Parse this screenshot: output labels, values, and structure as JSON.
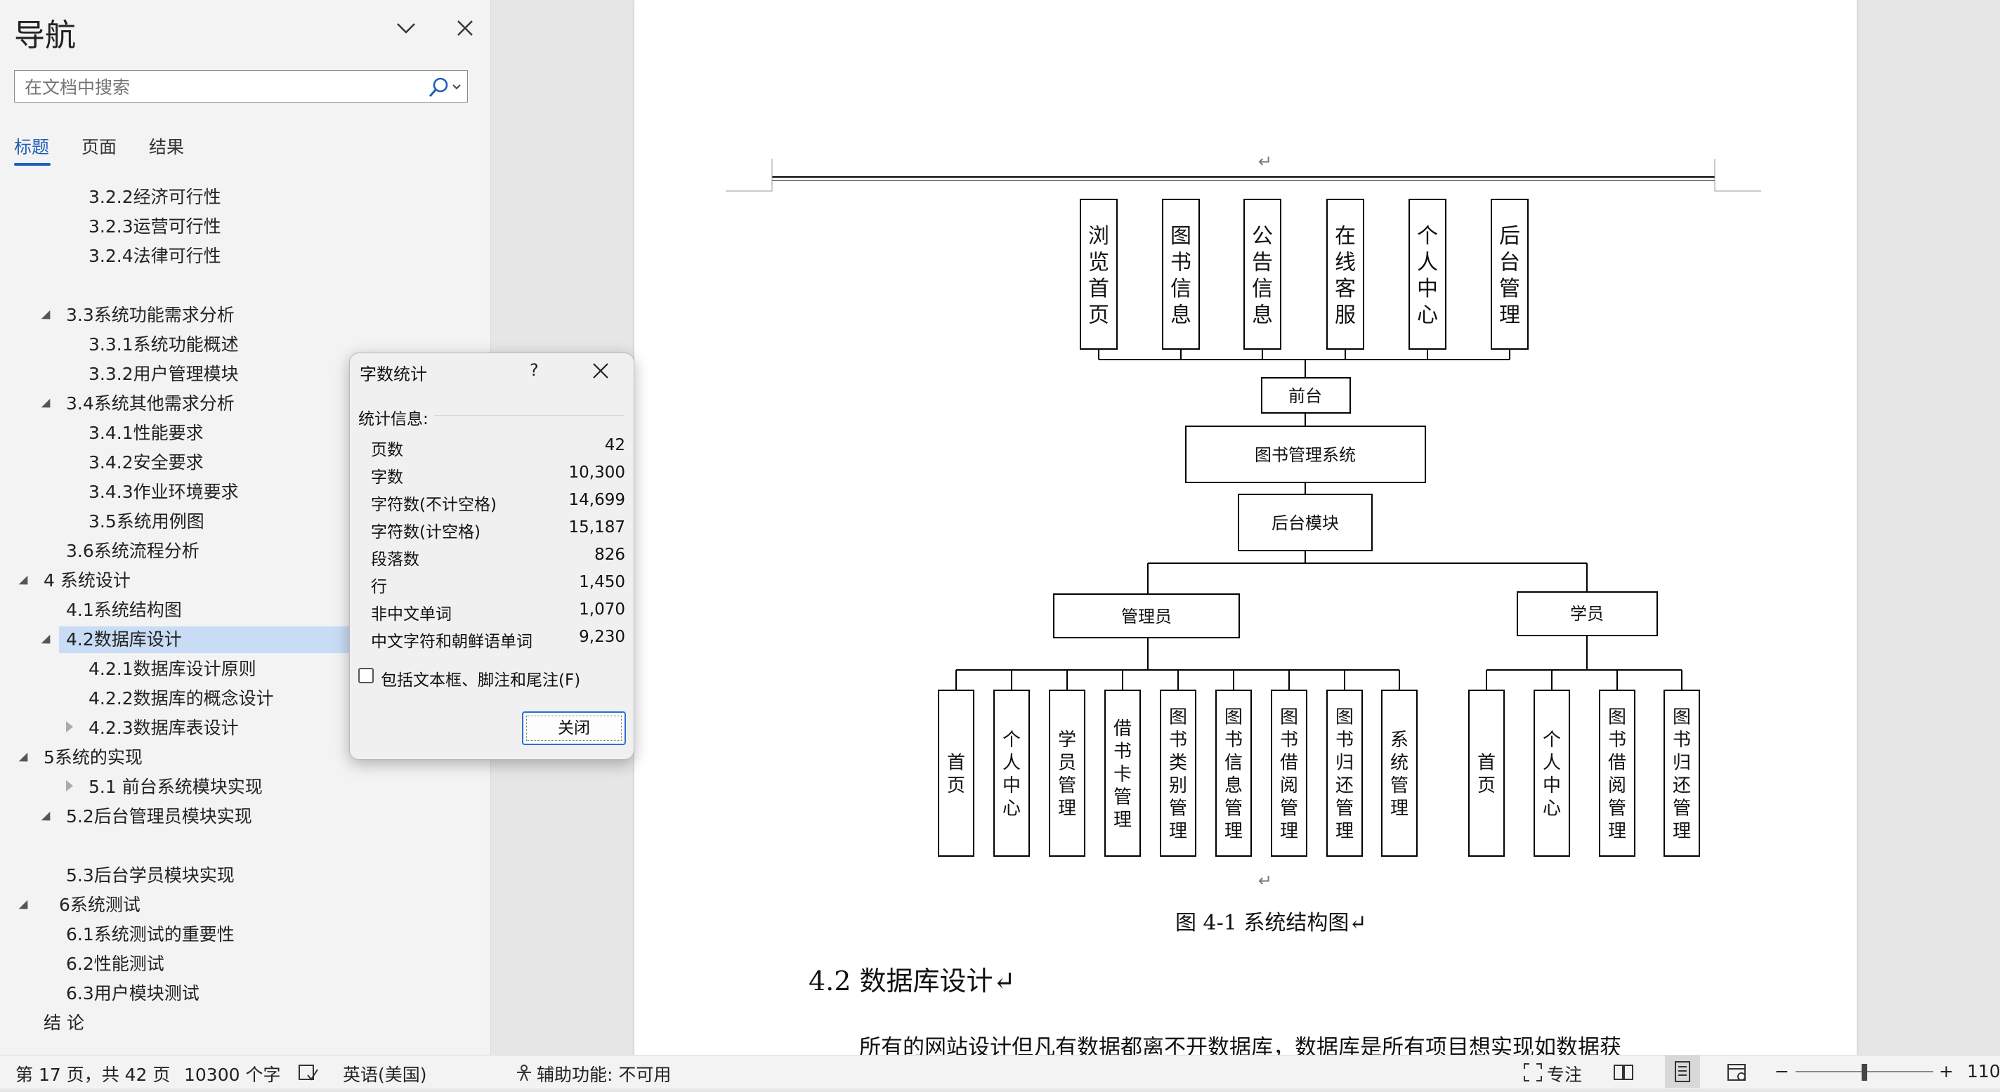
{
  "nav": {
    "title": "导航",
    "search_placeholder": "在文档中搜索",
    "tabs": [
      "标题",
      "页面",
      "结果"
    ],
    "items": [
      "3.2.2经济可行性",
      "3.2.3运营可行性",
      "3.2.4法律可行性",
      "3.3系统功能需求分析",
      "3.3.1系统功能概述",
      "3.3.2用户管理模块",
      "3.4系统其他需求分析",
      "3.4.1性能要求",
      "3.4.2安全要求",
      "3.4.3作业环境要求",
      "3.5系统用例图",
      "3.6系统流程分析",
      "4 系统设计",
      "4.1系统结构图",
      "4.2数据库设计",
      "4.2.1数据库设计原则",
      "4.2.2数据库的概念设计",
      "4.2.3数据库表设计",
      "5系统的实现",
      "5.1 前台系统模块实现",
      "5.2后台管理员模块实现",
      "5.3后台学员模块实现",
      "6系统测试",
      "6.1系统测试的重要性",
      "6.2性能测试",
      "6.3用户模块测试",
      "结 论"
    ]
  },
  "dialog": {
    "title": "字数统计",
    "help": "?",
    "section_label": "统计信息:",
    "stats": [
      {
        "label": "页数",
        "value": "42"
      },
      {
        "label": "字数",
        "value": "10,300"
      },
      {
        "label": "字符数(不计空格)",
        "value": "14,699"
      },
      {
        "label": "字符数(计空格)",
        "value": "15,187"
      },
      {
        "label": "段落数",
        "value": "826"
      },
      {
        "label": "行",
        "value": "1,450"
      },
      {
        "label": "非中文单词",
        "value": "1,070"
      },
      {
        "label": "中文字符和朝鲜语单词",
        "value": "9,230"
      }
    ],
    "checkbox_label": "包括文本框、脚注和尾注(F)",
    "close_button": "关闭"
  },
  "document": {
    "paragraph_mark": "↵",
    "top_boxes": [
      "浏览首页",
      "图书信息",
      "公告信息",
      "在线客服",
      "个人中心",
      "后台管理"
    ],
    "front": "前台",
    "system": "图书管理系统",
    "backend": "后台模块",
    "admin": "管理员",
    "student": "学员",
    "admin_boxes": [
      "首页",
      "个人中心",
      "学员管理",
      "借书卡管理",
      "图书类别管理",
      "图书信息管理",
      "图书借阅管理",
      "图书归还管理",
      "系统管理"
    ],
    "student_boxes": [
      "首页",
      "个人中心",
      "图书借阅管理",
      "图书归还管理"
    ],
    "caption": "图 4-1 系统结构图↵",
    "heading": "4.2 数据库设计↵",
    "body_text": "所有的网站设计但凡有数据都离不开数据库，数据库是所有项目想实现如数据获"
  },
  "status": {
    "page": "第 17 页，共 42 页",
    "words": "10300 个字",
    "language": "英语(美国)",
    "accessibility": "辅助功能: 不可用",
    "focus": "专注",
    "zoom": "110"
  }
}
